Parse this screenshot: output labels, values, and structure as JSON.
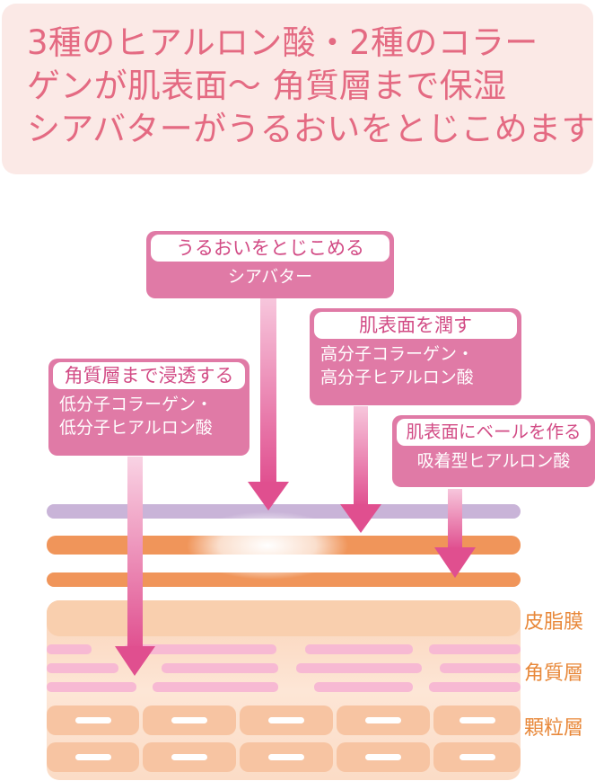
{
  "headline": {
    "lines": [
      "3種のヒアルロン酸・2種のコラー",
      "ゲンが肌表面～ 角質層まで保湿",
      "シアバターがうるおいをとじこめます"
    ]
  },
  "labels": {
    "shea": {
      "title": "うるおいをとじこめる",
      "lines": [
        "シアバター"
      ]
    },
    "surface": {
      "title": "肌表面を潤す",
      "lines": [
        "高分子コラーゲン・",
        "高分子ヒアルロン酸"
      ]
    },
    "stratum": {
      "title": "角質層まで浸透する",
      "lines": [
        "低分子コラーゲン・",
        "低分子ヒアルロン酸"
      ]
    },
    "veil": {
      "title": "肌表面にベールを作る",
      "lines": [
        "吸着型ヒアルロン酸"
      ]
    }
  },
  "layers": {
    "sebum": "皮脂膜",
    "stratum_corneum": "角質層",
    "granular": "顆粒層"
  },
  "colors": {
    "headline_bg": "#fbe9e6",
    "headline_text": "#e46a82",
    "label_bg": "#e07aa6",
    "label_title_text": "#d24b85",
    "arrow": "#e5639a",
    "layer_text": "#e8883a",
    "orange_band": "#f0955a",
    "lavender_band": "#c9b4d8",
    "skin": "#fbd7bf"
  }
}
